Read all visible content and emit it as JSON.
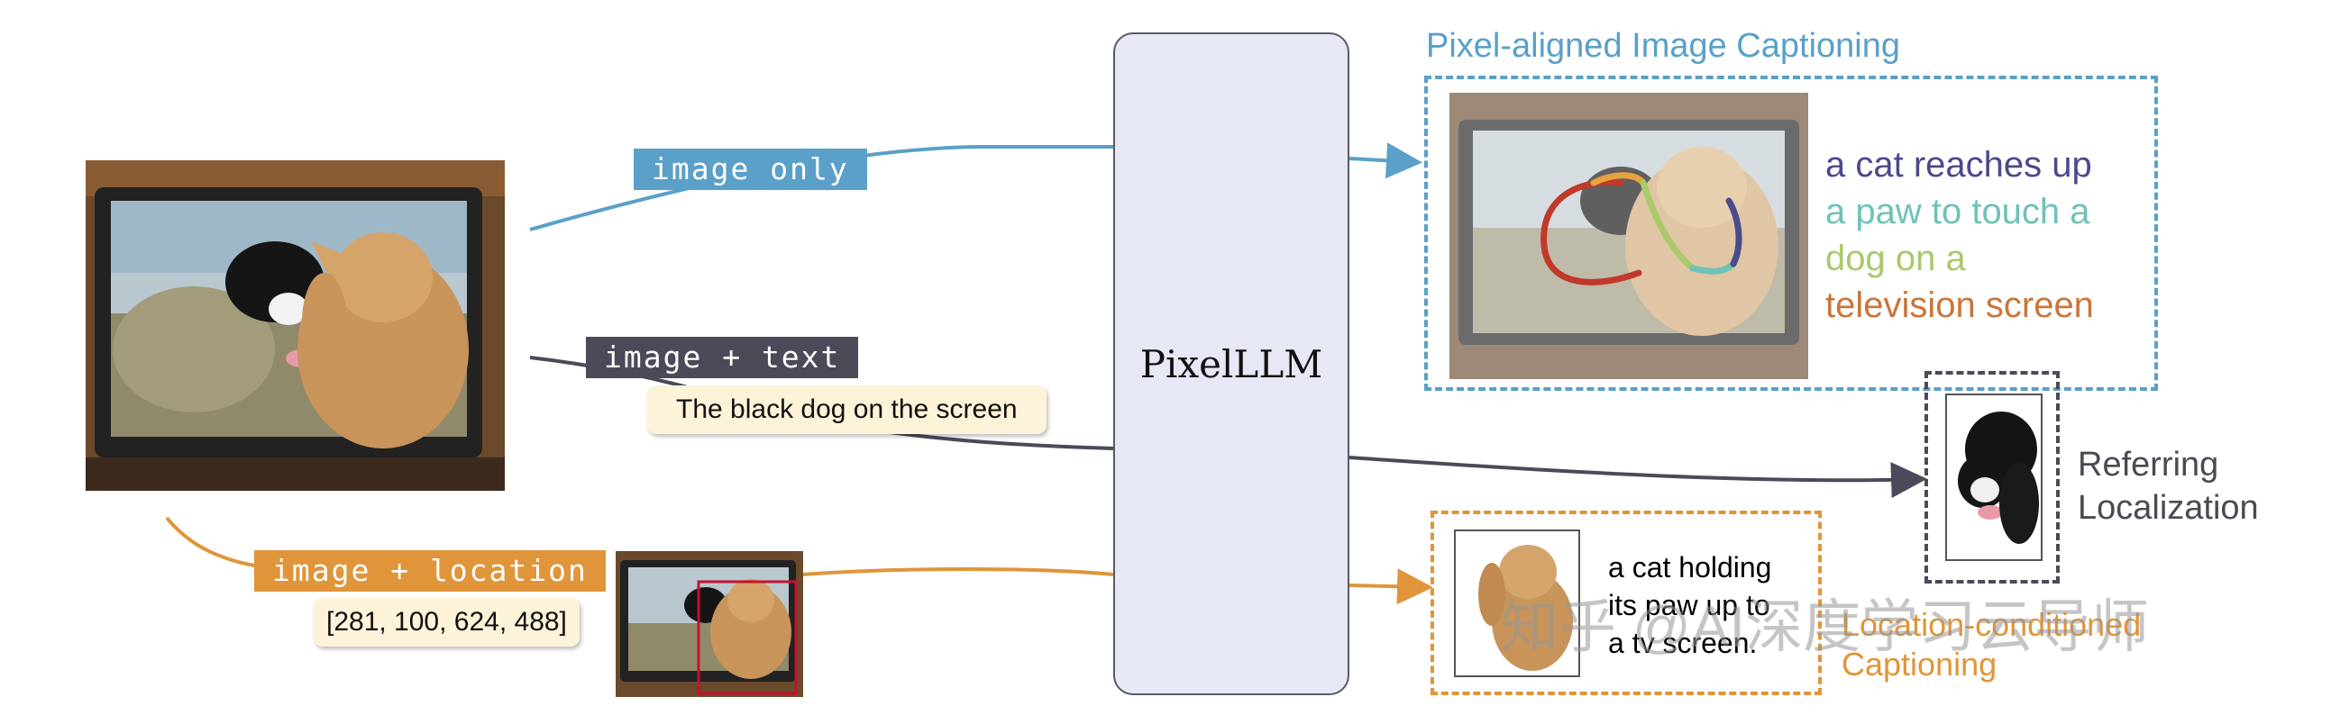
{
  "inputs": {
    "image_only_tag": "image only",
    "image_text_tag": "image + text",
    "text_query": "The black dog on the screen",
    "image_location_tag": "image + location",
    "location_box": "[281, 100, 624, 488]"
  },
  "model": {
    "name": "PixelLLM"
  },
  "outputs": {
    "captioning_title": "Pixel-aligned Image Captioning",
    "caption_lines": [
      {
        "text": "a cat reaches up",
        "color": "#4b4a8a"
      },
      {
        "text": "a paw to touch a",
        "color": "#6fc2b8"
      },
      {
        "text": " dog on a",
        "color": "#a9c96a"
      },
      {
        "text": "television screen",
        "color": "#c9763a"
      }
    ],
    "referring_label_1": "Referring",
    "referring_label_2": "Localization",
    "location_caption_lines": [
      "a cat holding",
      "its paw up to",
      "a tv screen."
    ],
    "location_label_1": "Location-conditioned",
    "location_label_2": "Captioning"
  },
  "watermark": "知乎 @AI深度学习云导师",
  "colors": {
    "blue": "#5aa0c8",
    "dark": "#4a4a58",
    "orange": "#e0953a",
    "model_fill": "#e6e9f5"
  }
}
